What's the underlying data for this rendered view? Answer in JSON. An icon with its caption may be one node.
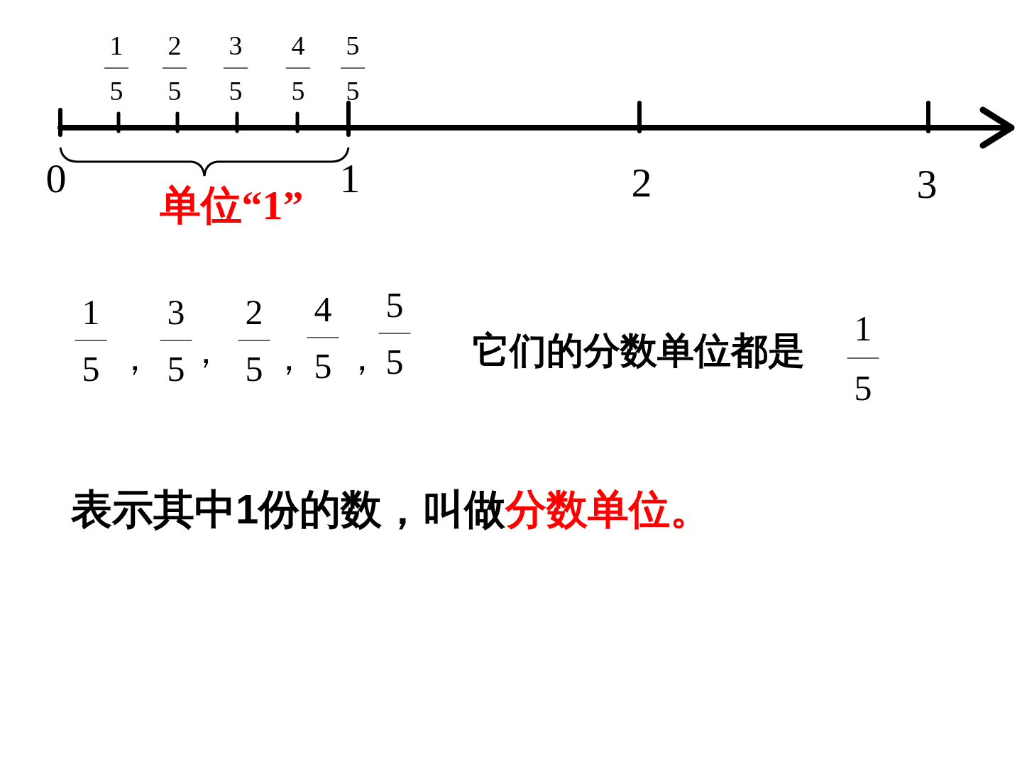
{
  "diagram": {
    "labels": [
      "1",
      "5",
      "2",
      "5",
      "3",
      "5",
      "4",
      "5",
      "5",
      "5",
      "0",
      "1",
      "2",
      "3",
      "单位“1”",
      "1",
      "5",
      "，",
      "3",
      "5",
      "，",
      "2",
      "5",
      "，",
      "4",
      "5",
      "，",
      "5",
      "5",
      "它们的分数单位都是",
      "1",
      "5",
      "表示其中1份的数，叫做",
      "分数单位。"
    ]
  }
}
